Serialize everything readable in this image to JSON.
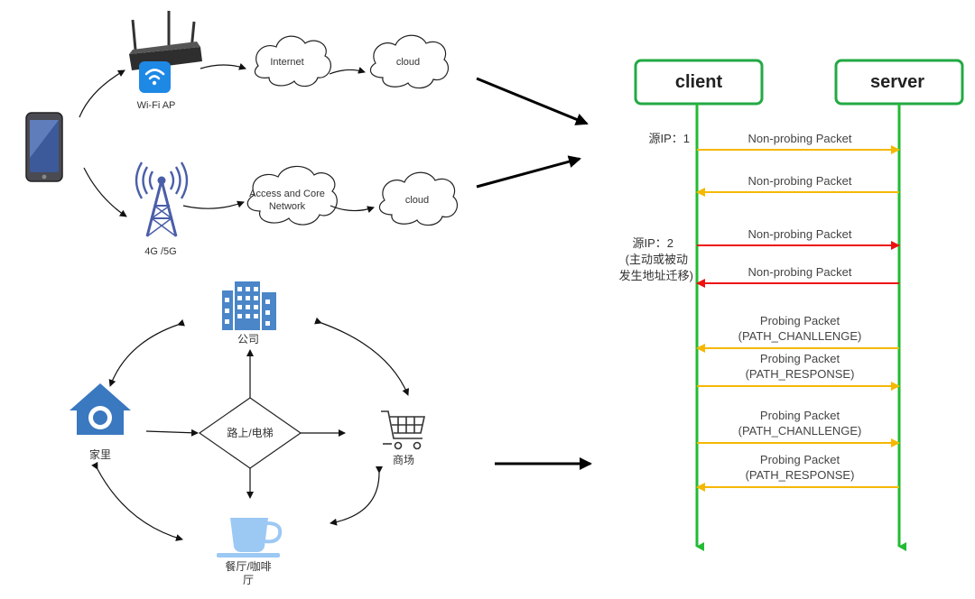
{
  "network": {
    "wifi_label": "Wi-Fi AP",
    "internet_label": "Internet",
    "cloud_top_label": "cloud",
    "cellular_label": "4G /5G",
    "core_label_line1": "Access and Core",
    "core_label_line2": "Network",
    "cloud_bottom_label": "cloud"
  },
  "scenes": {
    "office_label": "公司",
    "home_label": "家里",
    "transit_label": "路上/电梯",
    "mall_label": "商场",
    "cafe_label_line1": "餐厅/咖啡",
    "cafe_label_line2": "厅"
  },
  "sequence": {
    "client_label": "client",
    "server_label": "server",
    "src_ip_1": "源IP：1",
    "src_ip_2": "源IP：2",
    "migration_note_line1": "(主动或被动",
    "migration_note_line2": "发生地址迁移)",
    "colors": {
      "lifeline": "#22bb33",
      "yellow": "#f5b800",
      "red": "#ee1111",
      "box_border": "#22aa44"
    },
    "messages": [
      {
        "line1": "Non-probing Packet",
        "line2": "",
        "direction": "to-server",
        "color": "yellow"
      },
      {
        "line1": "Non-probing Packet",
        "line2": "",
        "direction": "to-client",
        "color": "yellow"
      },
      {
        "line1": "Non-probing Packet",
        "line2": "",
        "direction": "to-server",
        "color": "red"
      },
      {
        "line1": "Non-probing Packet",
        "line2": "",
        "direction": "to-client",
        "color": "red"
      },
      {
        "line1": "Probing Packet",
        "line2": "(PATH_CHANLLENGE)",
        "direction": "to-client",
        "color": "yellow"
      },
      {
        "line1": "Probing Packet",
        "line2": "(PATH_RESPONSE)",
        "direction": "to-server",
        "color": "yellow"
      },
      {
        "line1": "Probing Packet",
        "line2": "(PATH_CHANLLENGE)",
        "direction": "to-server",
        "color": "yellow"
      },
      {
        "line1": "Probing Packet",
        "line2": "(PATH_RESPONSE)",
        "direction": "to-client",
        "color": "yellow"
      }
    ]
  },
  "icons": {
    "phone": "smartphone-icon",
    "router": "wifi-router-icon",
    "tower": "cell-tower-icon",
    "office": "office-building-icon",
    "home": "home-icon",
    "mall": "shopping-cart-icon",
    "cafe": "coffee-cup-icon"
  }
}
